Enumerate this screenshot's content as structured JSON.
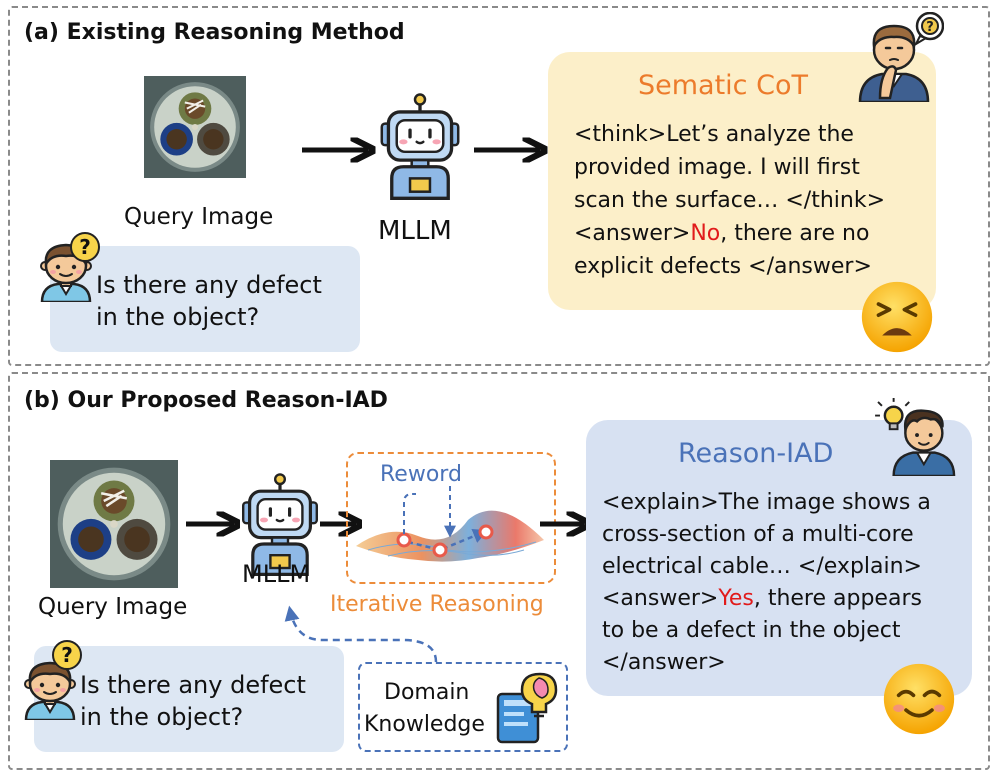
{
  "panel_a": {
    "title": "(a) Existing Reasoning Method",
    "query_image_label": "Query Image",
    "model_label": "MLLM",
    "question_line1": "Is there any defect",
    "question_line2": "in the object?",
    "response": {
      "title": "Sematic CoT",
      "line1": "<think>Let’s analyze the",
      "line2": "provided image. I will first",
      "line3": "scan the surface… </think>",
      "line4_prefix": "<answer>",
      "line4_highlight": "No",
      "line4_suffix": ", there are no",
      "line5": "explicit defects </answer>"
    }
  },
  "panel_b": {
    "title": "(b) Our Proposed Reason-IAD",
    "query_image_label": "Query Image",
    "model_label": "MLLM",
    "reward_label": "Reword",
    "iterative_label": "Iterative Reasoning",
    "knowledge_line1": "Domain",
    "knowledge_line2": "Knowledge",
    "question_line1": "Is there any defect",
    "question_line2": "in the object?",
    "response": {
      "title": "Reason-IAD",
      "line1": "<explain>The image shows a",
      "line2": "cross-section of a multi-core",
      "line3": "electrical cable… </explain>",
      "line4_prefix": "<answer>",
      "line4_highlight": "Yes",
      "line4_suffix": ", there appears",
      "line5": "to be a defect in the object",
      "line6": "</answer>"
    }
  },
  "icons": {
    "question_mark": "?",
    "robot": "robot-icon",
    "user": "user-icon",
    "emoji_frown": "frown-emoji-icon",
    "emoji_smile": "smile-emoji-icon"
  },
  "colors": {
    "cot_title": "#ec7b2b",
    "iad_title": "#4a72b8",
    "orange_dash": "#ec8c3a",
    "blue_dash": "#4a72b8",
    "highlight": "#e11b1b"
  }
}
